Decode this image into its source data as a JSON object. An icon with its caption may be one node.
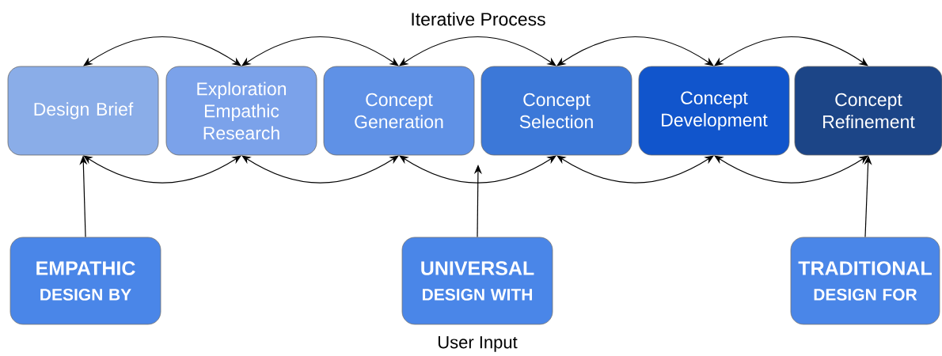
{
  "diagram": {
    "nodes": [
      {
        "text": [
          "Design Brief"
        ]
      },
      {
        "text": [
          "Exploration Empathic Research"
        ]
      },
      {
        "text": [
          "Concept Generation"
        ]
      },
      {
        "text": [
          "Concept Selection"
        ]
      },
      {
        "text": [
          "Concept Development"
        ]
      },
      {
        "text": [
          "Concept Refinement"
        ]
      },
      {
        "text": [
          "EMPATHIC",
          "DESIGN BY"
        ]
      },
      {
        "text": [
          "UNIVERSAL",
          "DESIGN WITH"
        ],
        "beside": [
          "User Input"
        ]
      },
      {
        "text": [
          "TRADITIONAL",
          "DESIGN FOR"
        ]
      }
    ],
    "edges": [
      {
        "from": 0,
        "to": 1,
        "arrow": "both"
      },
      {
        "from": 1,
        "to": 2,
        "arrow": "both"
      },
      {
        "from": 2,
        "to": 3,
        "arrow": "both"
      },
      {
        "from": 3,
        "to": 4,
        "arrow": "both"
      },
      {
        "from": 4,
        "to": 5,
        "arrow": "both"
      },
      {
        "from": 0,
        "to": 1,
        "arrow": "both"
      },
      {
        "from": 1,
        "to": 2,
        "arrow": "both"
      },
      {
        "from": 2,
        "to": 3,
        "arrow": "both"
      },
      {
        "from": 3,
        "to": 4,
        "arrow": "both"
      },
      {
        "from": 4,
        "to": 5,
        "arrow": "both"
      },
      {
        "from": 6,
        "to": 0,
        "arrow": "to"
      },
      {
        "from": 7,
        "to": null,
        "arrow": "to"
      },
      {
        "from": 8,
        "to": 5,
        "arrow": "to"
      }
    ],
    "labels": [
      "Iterative Process"
    ]
  }
}
